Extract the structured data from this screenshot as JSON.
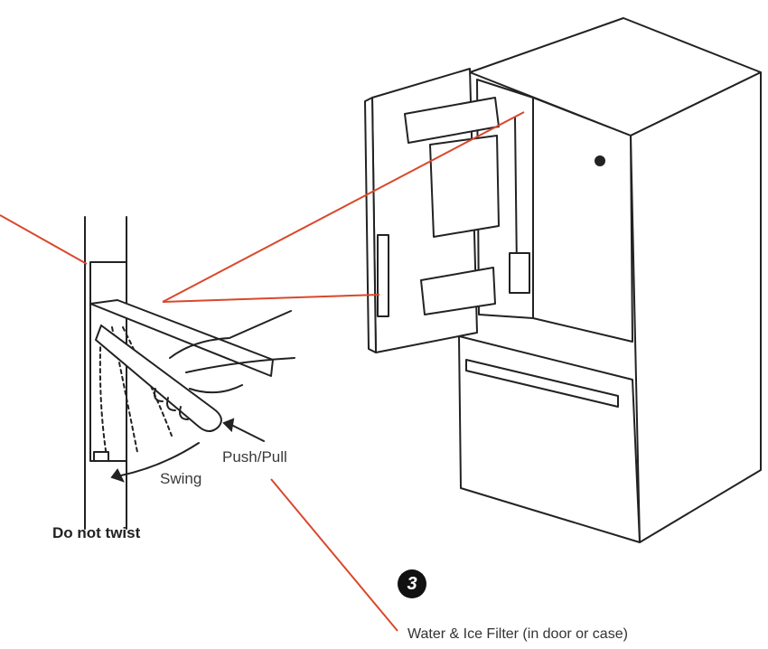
{
  "labels": {
    "push_pull": "Push/Pull",
    "swing": "Swing",
    "do_not_twist": "Do not twist",
    "step_number": "3",
    "filter_caption": "Water & Ice Filter  (in door or case)"
  },
  "colors": {
    "leader_line": "#d9482b",
    "outline": "#222222",
    "background": "#ffffff"
  }
}
